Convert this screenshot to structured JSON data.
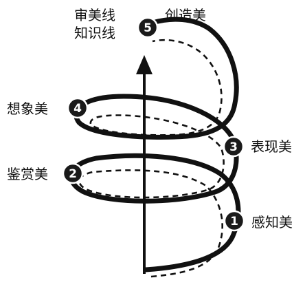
{
  "diagram": {
    "stages": [
      {
        "number": "1",
        "label": "感知美"
      },
      {
        "number": "2",
        "label": "鉴赏美"
      },
      {
        "number": "3",
        "label": "表现美"
      },
      {
        "number": "4",
        "label": "想象美"
      },
      {
        "number": "5",
        "label": "创造美"
      }
    ],
    "top_left_labels": [
      "审美线",
      "知识线"
    ],
    "colors": {
      "stroke": "#111111",
      "badge_fill": "#1a1a1a",
      "badge_text": "#ffffff",
      "background": "#ffffff"
    }
  }
}
